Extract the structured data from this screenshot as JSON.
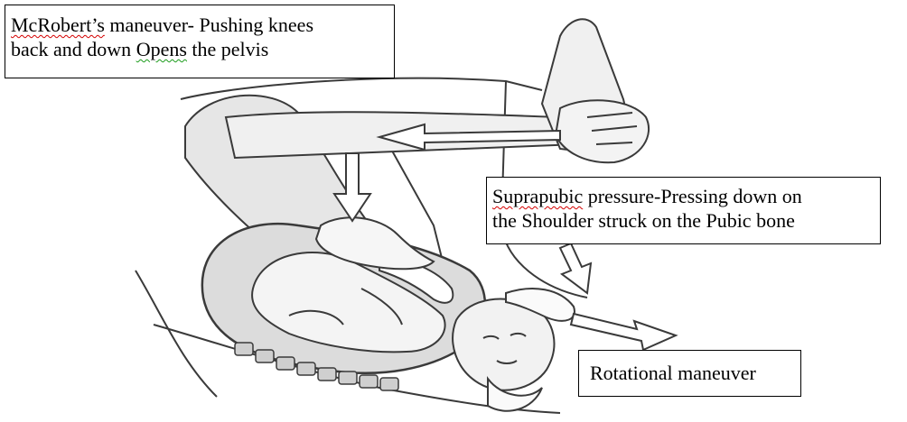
{
  "labels": {
    "mcroberts": {
      "line1": {
        "word1": "McRobert’s",
        "rest": " maneuver- Pushing knees"
      },
      "line2": {
        "before": "back and down ",
        "word": "Opens",
        "after": " the pelvis"
      }
    },
    "suprapubic": {
      "line1": {
        "word1": "Suprapubic",
        "rest": " pressure-Pressing down on"
      },
      "line2": "the Shoulder struck on the Pubic bone"
    },
    "rotational": "Rotational maneuver"
  },
  "colors": {
    "ink": "#000000",
    "sketch": "#3a3a3a",
    "shade": "#bdbdbd",
    "spellcheck_red": "#d40000",
    "grammar_green": "#1a9b1a"
  }
}
